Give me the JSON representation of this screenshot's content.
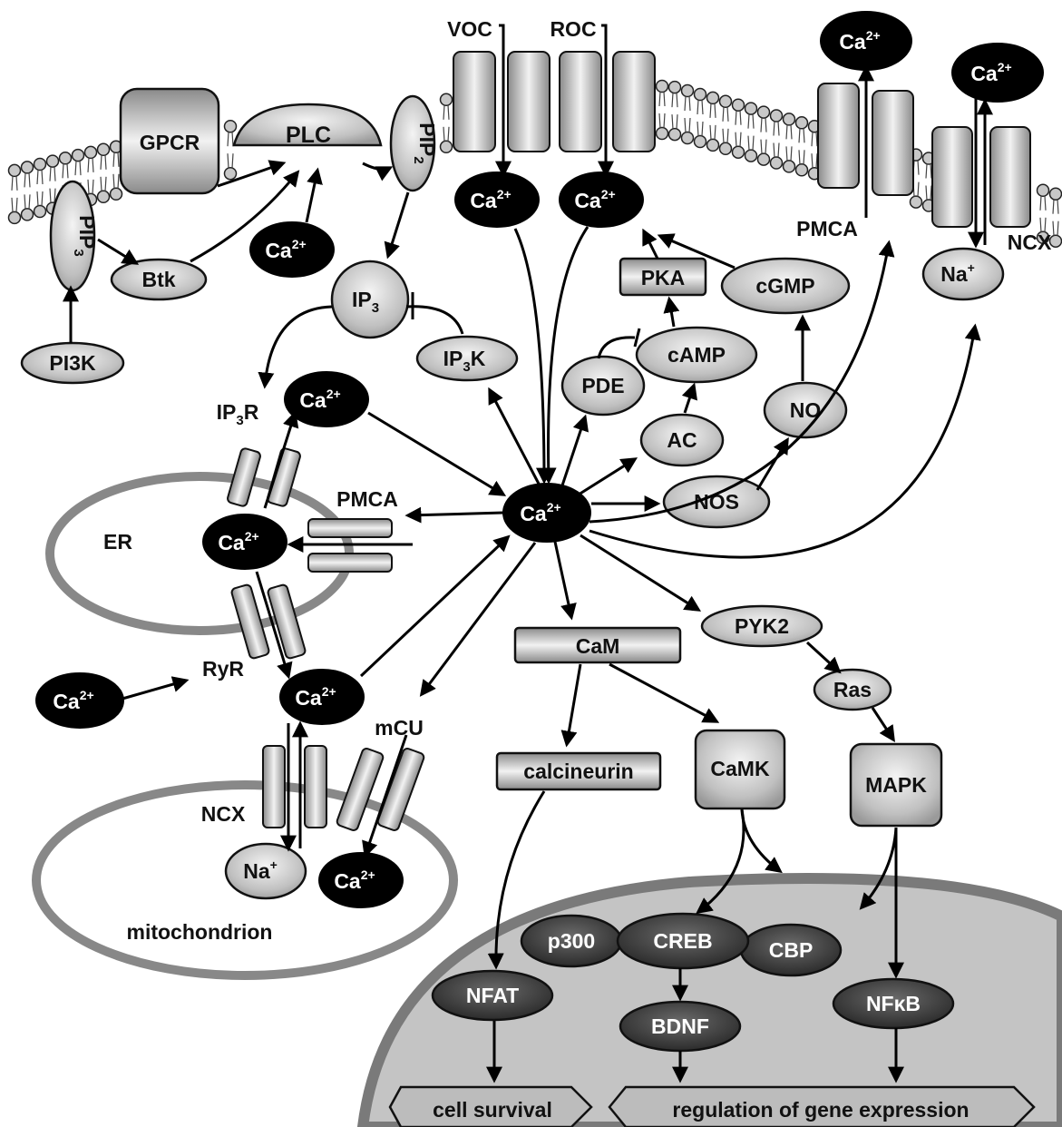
{
  "labels": {
    "voc": "VOC",
    "roc": "ROC",
    "gpcr": "GPCR",
    "plc": "PLC",
    "pip2": "PIP",
    "pip2_sub": "2",
    "pip3": "PIP",
    "pip3_sub": "3",
    "btk": "Btk",
    "pi3k": "PI3K",
    "ip3": "IP",
    "ip3_sub": "3",
    "ip3k": "IP",
    "ip3k_sub": "3",
    "ip3k_tail": "K",
    "ip3r": "IP",
    "ip3r_sub": "3",
    "ip3r_tail": "R",
    "er": "ER",
    "pmca_er": "PMCA",
    "ryr": "RyR",
    "ncx_mito": "NCX",
    "mcu": "mCU",
    "mitochondrion": "mitochondrion",
    "pmca_membrane": "PMCA",
    "ncx_membrane": "NCX",
    "pka": "PKA",
    "camp": "cAMP",
    "cgmp": "cGMP",
    "pde": "PDE",
    "ac": "AC",
    "no": "NO",
    "nos": "NOS",
    "pyk2": "PYK2",
    "ras": "Ras",
    "mapk": "MAPK",
    "cam": "CaM",
    "calcineurin": "calcineurin",
    "camk": "CaMK",
    "p300": "p300",
    "creb": "CREB",
    "cbp": "CBP",
    "nfat": "NFAT",
    "bdnf": "BDNF",
    "nfkb": "NFκB",
    "cell_survival": "cell survival",
    "gene_regulation": "regulation of gene expression"
  },
  "ions": {
    "ca": "Ca",
    "ca_charge": "2+",
    "na": "Na",
    "na_charge": "+"
  },
  "colors": {
    "ion_black": "#000000",
    "node_light": "#c8c8c8",
    "node_dark": "#3a3a3a",
    "organelle_ring": "#888888",
    "nucleus_fill": "#c4c4c4",
    "nucleus_ring": "#7a7a7a"
  }
}
